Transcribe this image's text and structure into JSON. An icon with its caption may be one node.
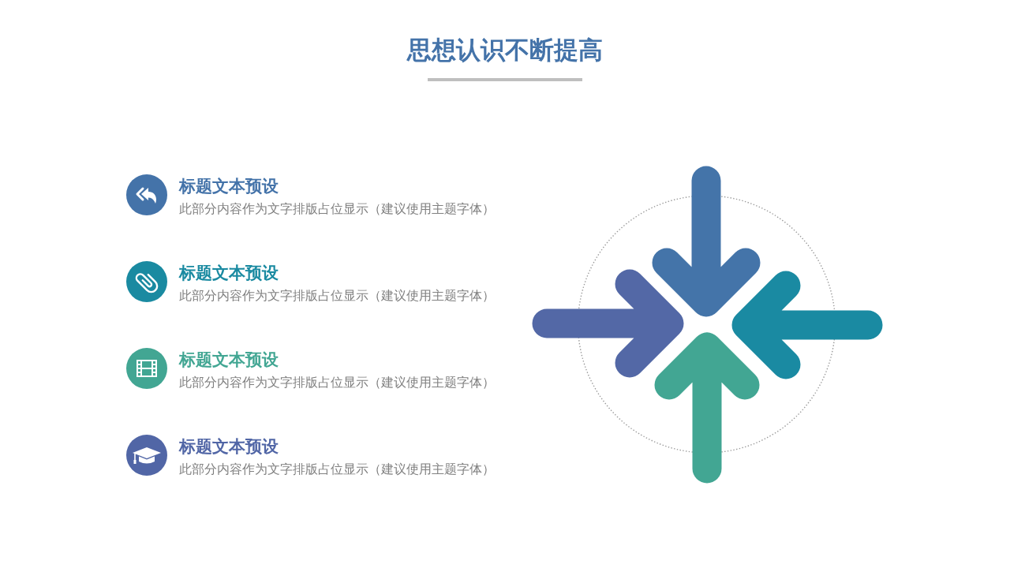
{
  "diagram": {
    "title": "思想认识不断提高",
    "labels": [
      "标题文本预设",
      "此部分内容作为文字排版占位显示（建议使用主题字体）",
      "标题文本预设",
      "此部分内容作为文字排版占位显示（建议使用主题字体）",
      "标题文本预设",
      "此部分内容作为文字排版占位显示（建议使用主题字体）",
      "标题文本预设",
      "此部分内容作为文字排版占位显示（建议使用主题字体）"
    ]
  }
}
